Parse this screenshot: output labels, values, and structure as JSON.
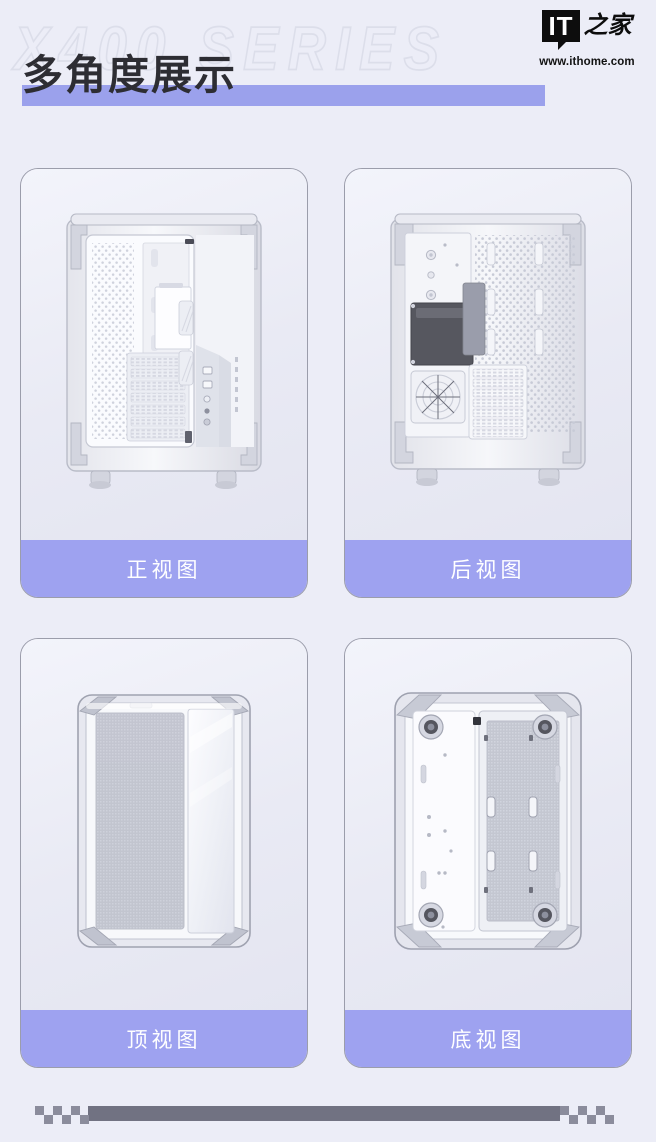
{
  "header": {
    "watermark": "X400 SERIES",
    "title": "多角度展示",
    "accent_color": "#8d93ea",
    "logo": {
      "mark_latin": "IT",
      "mark_cn": "之家",
      "url": "www.ithome.com"
    }
  },
  "cards": [
    {
      "label": "正视图",
      "view": "front",
      "alt": "机箱正视图"
    },
    {
      "label": "后视图",
      "view": "rear",
      "alt": "机箱后视图"
    },
    {
      "label": "顶视图",
      "view": "top",
      "alt": "机箱顶视图"
    },
    {
      "label": "底视图",
      "view": "bottom",
      "alt": "机箱底视图"
    }
  ],
  "theme": {
    "page_background": "#ecedf7",
    "card_background": "#eeeff8",
    "card_border": "#9b9dab",
    "label_background": "#9ea2f0",
    "label_text": "#ffffff",
    "footer_bar": "#717282",
    "footer_check": "#8b8c9c"
  },
  "footer": {
    "decoration": "checkered-progress-bar"
  }
}
